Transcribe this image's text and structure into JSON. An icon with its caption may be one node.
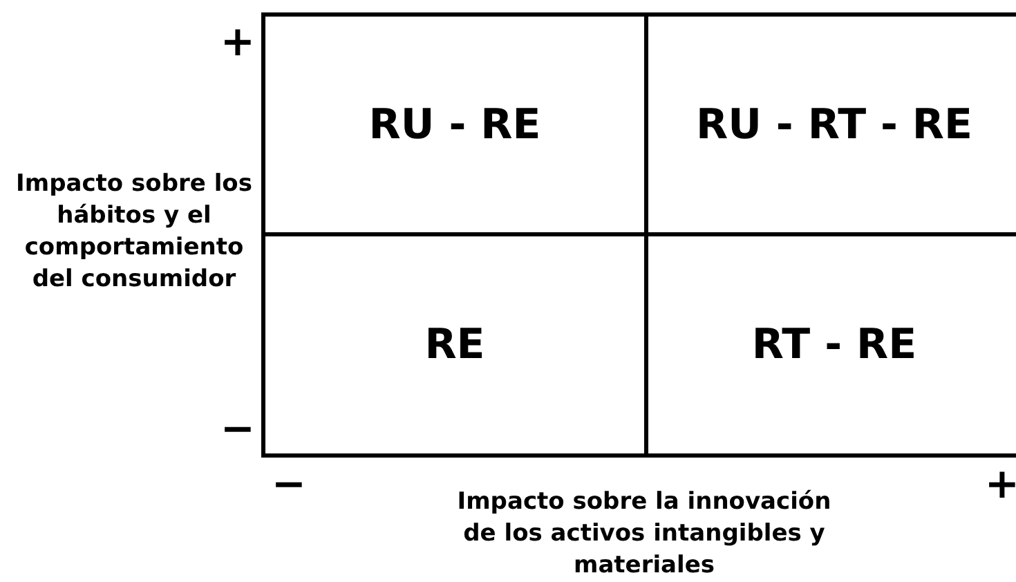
{
  "diagram": {
    "nodes": [
      {
        "text": [
          "RU - RE"
        ]
      },
      {
        "text": [
          "RU - RT - RE"
        ]
      },
      {
        "text": [
          "RE"
        ]
      },
      {
        "text": [
          "RT - RE"
        ]
      }
    ],
    "labels": [
      "+",
      "Impacto sobre los hábitos y el comportamiento del consumidor",
      "−",
      "−",
      "Impacto sobre la innovación de los activos intangibles y materiales",
      "+"
    ]
  }
}
